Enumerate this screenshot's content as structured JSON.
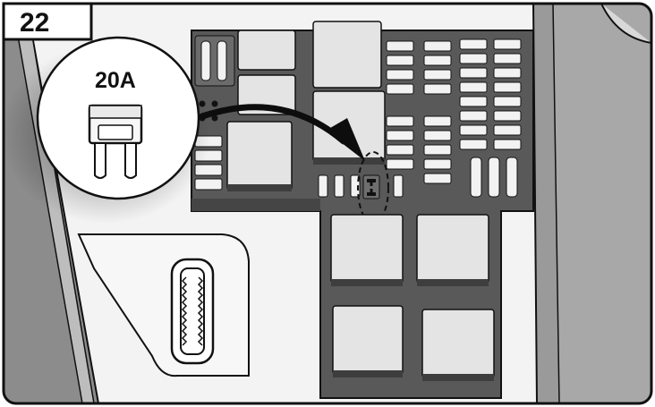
{
  "step_number": "22",
  "fuse_rating": "20A",
  "colors": {
    "frame": "#111111",
    "panel_background": "#f3f3f3",
    "fuse_box": "#595959",
    "relay": "#e4e4e4",
    "mini_fuse": "#f2f2f2",
    "arrow": "#0d0d0d"
  },
  "components": {
    "fuse_box": "fuse-box",
    "target_fuse_slot": "target-fuse-slot",
    "callout_fuse": "mini-blade-fuse",
    "obd_port": "obd-diagnostic-port",
    "arrow": "curved-arrow-to-slot"
  }
}
